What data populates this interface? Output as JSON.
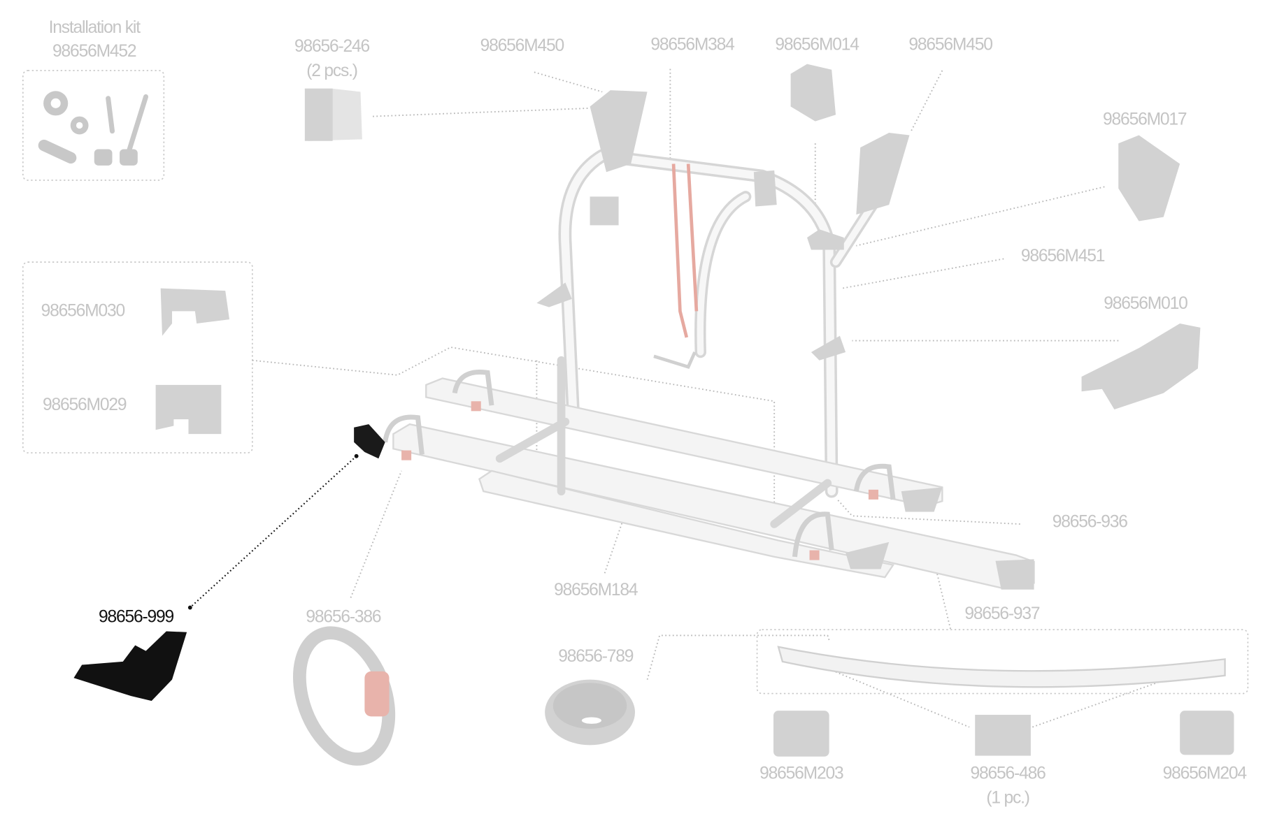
{
  "diagram": {
    "highlighted_part": "98656-999",
    "colors": {
      "label": "#c4c4c4",
      "highlight": "#111111",
      "strap": "#e6a9a0"
    },
    "labels": {
      "kit_title": "Installation kit",
      "kit_code": "98656M452",
      "p246": "98656-246",
      "p246_qty": "(2 pcs.)",
      "m450_left": "98656M450",
      "m384": "98656M384",
      "m014": "98656M014",
      "m450_right": "98656M450",
      "m017": "98656M017",
      "m451": "98656M451",
      "m010": "98656M010",
      "m030": "98656M030",
      "m029": "98656M029",
      "p936": "98656-936",
      "m184": "98656M184",
      "p937": "98656-937",
      "p999": "98656-999",
      "p386": "98656-386",
      "p789": "98656-789",
      "m203": "98656M203",
      "p486": "98656-486",
      "p486_qty": "(1 pc.)",
      "m204": "98656M204"
    }
  }
}
